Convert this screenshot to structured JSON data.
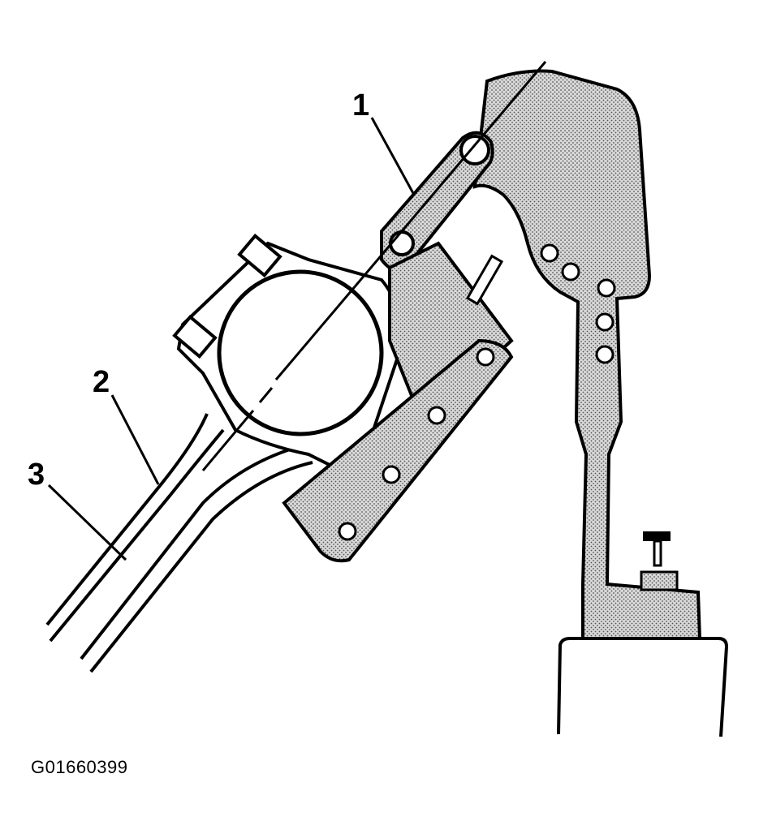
{
  "callouts": [
    {
      "label": "1"
    },
    {
      "label": "2"
    },
    {
      "label": "3"
    }
  ],
  "figure_id": "G01660399",
  "colors": {
    "line": "#000000",
    "fill": "#ffffff",
    "shading": "#bdbdbd"
  }
}
